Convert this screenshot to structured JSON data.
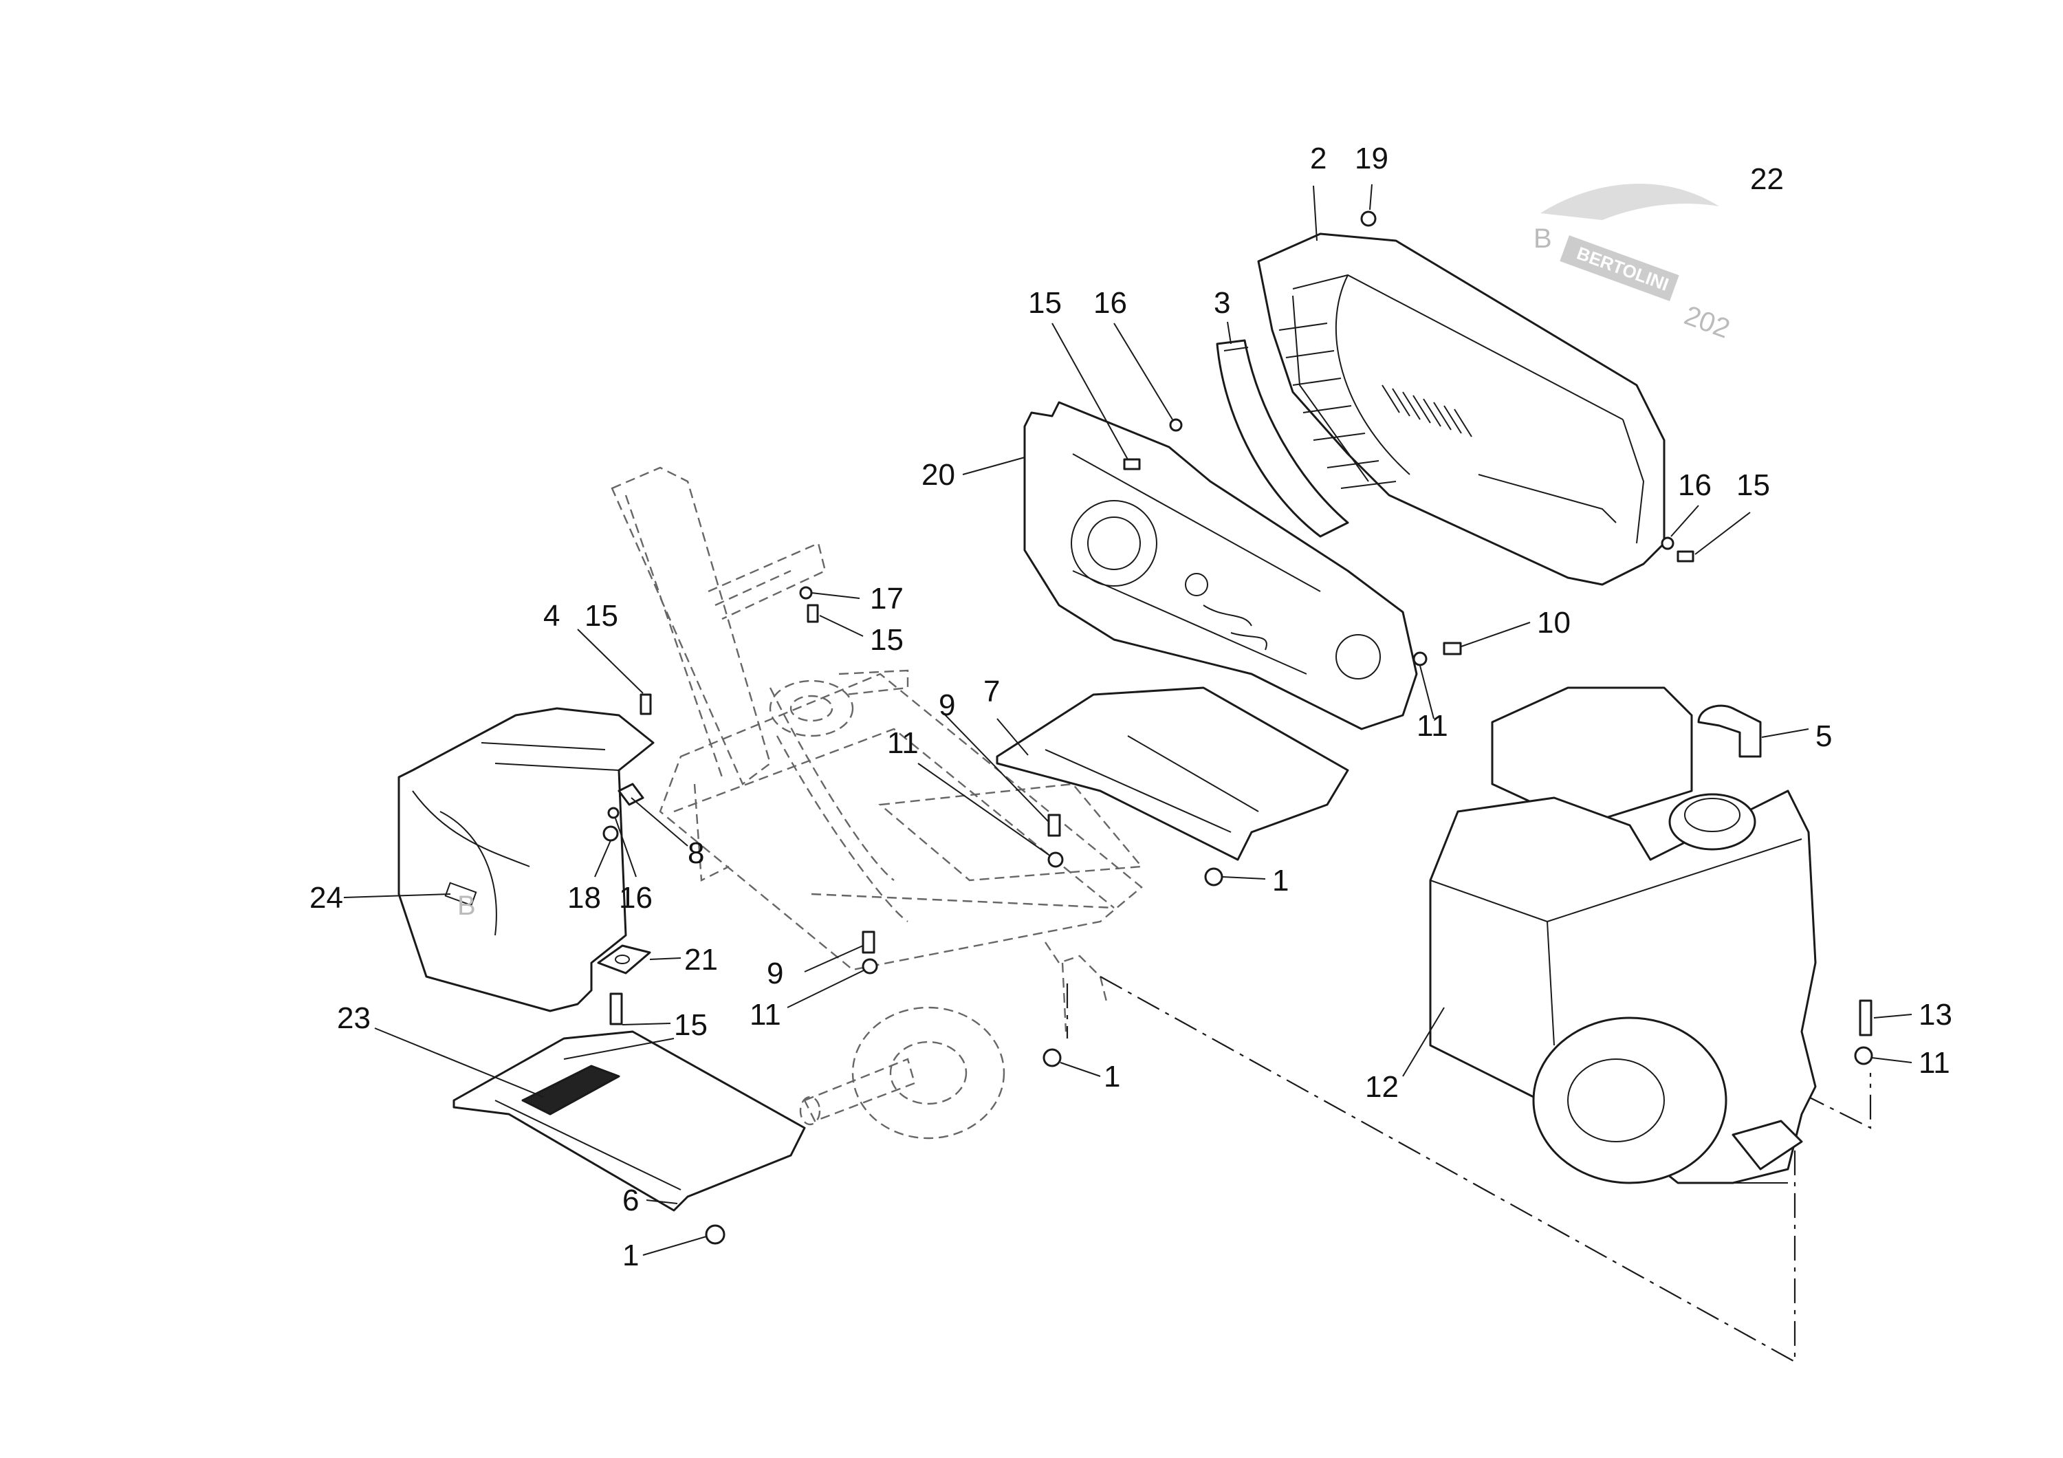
{
  "brand": {
    "name": "BERTOLINI",
    "model": "202",
    "mark": "B"
  },
  "callouts": [
    {
      "id": "c2-top",
      "text": "2"
    },
    {
      "id": "c19",
      "text": "19"
    },
    {
      "id": "c22",
      "text": "22"
    },
    {
      "id": "c15-a",
      "text": "15"
    },
    {
      "id": "c16-a",
      "text": "16"
    },
    {
      "id": "c3",
      "text": "3"
    },
    {
      "id": "c20",
      "text": "20"
    },
    {
      "id": "c16-b",
      "text": "16"
    },
    {
      "id": "c15-b",
      "text": "15"
    },
    {
      "id": "c17",
      "text": "17"
    },
    {
      "id": "c15-c",
      "text": "15"
    },
    {
      "id": "c10",
      "text": "10"
    },
    {
      "id": "c11-a",
      "text": "11"
    },
    {
      "id": "c4",
      "text": "4"
    },
    {
      "id": "c15-d",
      "text": "15"
    },
    {
      "id": "c7",
      "text": "7"
    },
    {
      "id": "c9-a",
      "text": "9"
    },
    {
      "id": "c11-b",
      "text": "11"
    },
    {
      "id": "c5",
      "text": "5"
    },
    {
      "id": "c8",
      "text": "8"
    },
    {
      "id": "c1-a",
      "text": "1"
    },
    {
      "id": "c24",
      "text": "24"
    },
    {
      "id": "c18",
      "text": "18"
    },
    {
      "id": "c16-c",
      "text": "16"
    },
    {
      "id": "c21",
      "text": "21"
    },
    {
      "id": "c9-b",
      "text": "9"
    },
    {
      "id": "c11-c",
      "text": "11"
    },
    {
      "id": "c23",
      "text": "23"
    },
    {
      "id": "c15-e",
      "text": "15"
    },
    {
      "id": "c13",
      "text": "13"
    },
    {
      "id": "c11-d",
      "text": "11"
    },
    {
      "id": "c1-b",
      "text": "1"
    },
    {
      "id": "c12",
      "text": "12"
    },
    {
      "id": "c6",
      "text": "6"
    },
    {
      "id": "c1-c",
      "text": "1"
    }
  ]
}
